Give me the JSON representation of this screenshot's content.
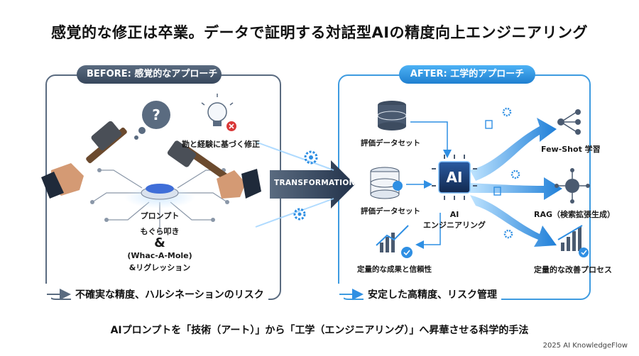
{
  "title": "感覚的な修正は卒業。データで証明する対話型AIの精度向上エンジニアリング",
  "before": {
    "header": "BEFORE: 感覚的なアプローチ",
    "intuition_label": "勘と経験に基づく修正",
    "prompt_label": "プロンプト",
    "whack_line1": "もぐら叩き",
    "whack_amp": "&",
    "whack_line2": "(Whac-A-Mole)",
    "whack_line3": "&リグレッション",
    "caption": "不確実な精度、ハルシネーションのリスク"
  },
  "transformation": "TRANSFORMATION",
  "after": {
    "header": "AFTER: 工学的アプローチ",
    "dataset1": "評価データセット",
    "dataset2": "評価データセット",
    "chip_text": "AI",
    "chip_label_line1": "AI",
    "chip_label_line2": "エンジニアリング",
    "results": "定量的な成果と信頼性",
    "fewshot": "Few-Shot 学習",
    "rag": "RAG（検索拡張生成）",
    "improve": "定量的な改善プロセス",
    "caption": "安定した高精度、リスク管理"
  },
  "tagline": "AIプロンプトを「技術（アート）」から「工学（エンジニアリング）」へ昇華させる科学的手法",
  "footer": "2025 AI KnowledgeFlow",
  "colors": {
    "before_frame": "#5a6b80",
    "after_frame": "#3e9be0",
    "arrow": "#2d3e55",
    "flow": "#2f8fe3",
    "chip": "#1c3d72",
    "alert": "#d93838"
  }
}
